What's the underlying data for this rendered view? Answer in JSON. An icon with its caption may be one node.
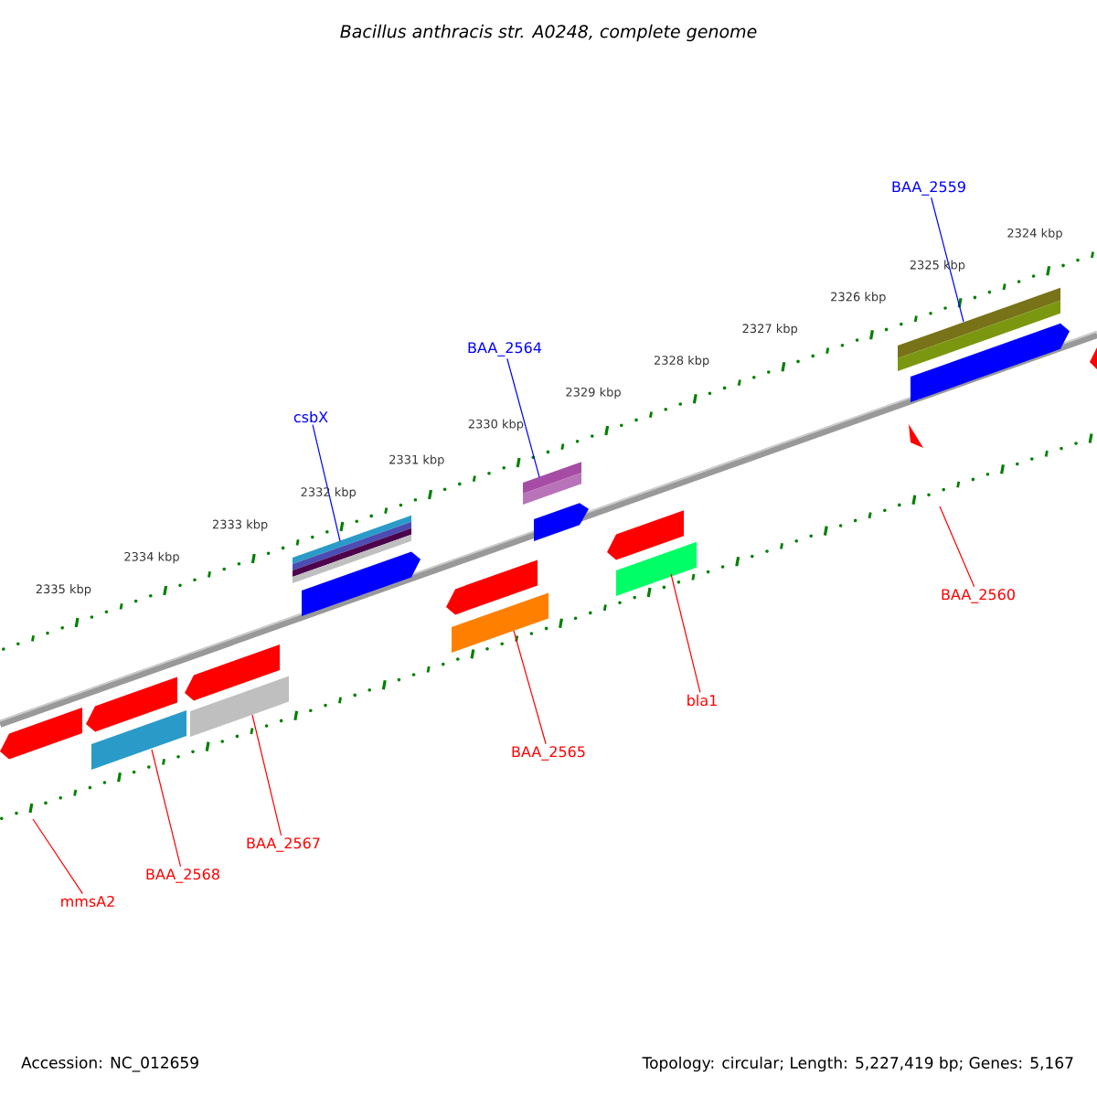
{
  "diagram": {
    "title": "Bacillus anthracis str. A0248, complete genome",
    "nodes": [
      {
        "text": [
          "BAA_2559"
        ]
      },
      {
        "text": [
          "BAA_2564"
        ]
      },
      {
        "text": [
          "csbX"
        ]
      },
      {
        "text": [
          "BAA_2560"
        ]
      },
      {
        "text": [
          "bla1"
        ]
      },
      {
        "text": [
          "BAA_2565"
        ]
      },
      {
        "text": [
          "BAA_2567"
        ]
      },
      {
        "text": [
          "BAA_2568"
        ]
      },
      {
        "text": [
          "mmsA2"
        ]
      },
      {
        "text": [],
        "shape": "bar"
      },
      {
        "text": [],
        "shape": "bar"
      },
      {
        "text": [],
        "shape": "bar"
      },
      {
        "text": [],
        "shape": "bar"
      },
      {
        "text": [],
        "shape": "bar"
      },
      {
        "text": [],
        "shape": "bar"
      },
      {
        "text": [],
        "shape": "bar"
      },
      {
        "text": [],
        "shape": "bar"
      },
      {
        "text": [],
        "shape": "bar"
      },
      {
        "text": [],
        "shape": "bar"
      },
      {
        "text": [],
        "shape": "bar"
      },
      {
        "text": [],
        "shape": "bar"
      },
      {
        "text": [],
        "shape": "bar"
      },
      {
        "text": [],
        "shape": "bar"
      },
      {
        "text": [],
        "shape": "bar"
      },
      {
        "text": [],
        "shape": "bar"
      },
      {
        "text": [],
        "shape": "bar"
      }
    ],
    "edges": [
      {
        "from": 0,
        "to": 22,
        "arrow": "none",
        "color": "#0000ff"
      },
      {
        "from": 1,
        "to": 18,
        "arrow": "none",
        "color": "#0000ff"
      },
      {
        "from": 2,
        "to": 14,
        "arrow": "none",
        "color": "#0000ff"
      },
      {
        "from": 3,
        "to": null,
        "arrow": "none"
      },
      {
        "from": 4,
        "to": 21,
        "arrow": "none"
      },
      {
        "from": 5,
        "to": 17,
        "arrow": "none"
      },
      {
        "from": 6,
        "to": 13,
        "arrow": "none"
      },
      {
        "from": 7,
        "to": 11,
        "arrow": "none"
      },
      {
        "from": 8,
        "to": null,
        "arrow": "none"
      }
    ],
    "labels": [
      "2324 kbp",
      "2325 kbp",
      "2326 kbp",
      "2327 kbp",
      "2328 kbp",
      "2329 kbp",
      "2330 kbp",
      "2331 kbp",
      "2332 kbp",
      "2333 kbp",
      "2334 kbp",
      "2335 kbp",
      "Accession: NC_012659",
      "Topology: circular; Length: 5,227,419 bp; Genes: 5,167"
    ]
  }
}
